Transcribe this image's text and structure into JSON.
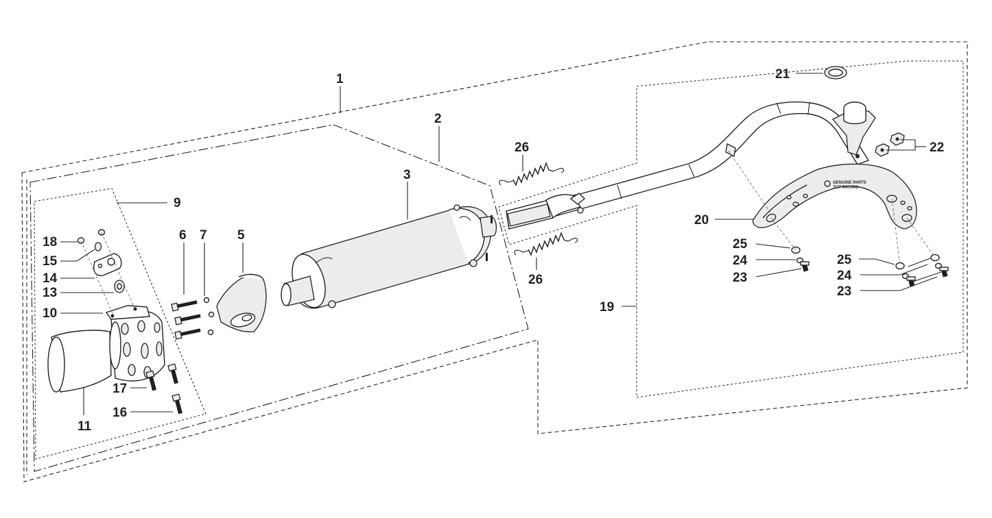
{
  "diagram": {
    "callouts": {
      "c1": "1",
      "c2": "2",
      "c3": "3",
      "c5": "5",
      "c6": "6",
      "c7": "7",
      "c9": "9",
      "c10": "10",
      "c11": "11",
      "c13": "13",
      "c14": "14",
      "c15": "15",
      "c16": "16",
      "c17": "17",
      "c18": "18",
      "c19": "19",
      "c20": "20",
      "c21": "21",
      "c22": "22",
      "c23a": "23",
      "c23b": "23",
      "c24a": "24",
      "c24b": "24",
      "c25a": "25",
      "c25b": "25",
      "c26a": "26",
      "c26b": "26"
    },
    "heat_shield_branding": {
      "line1": "GENUINE PARTS",
      "line2": "TCP RACING"
    }
  }
}
